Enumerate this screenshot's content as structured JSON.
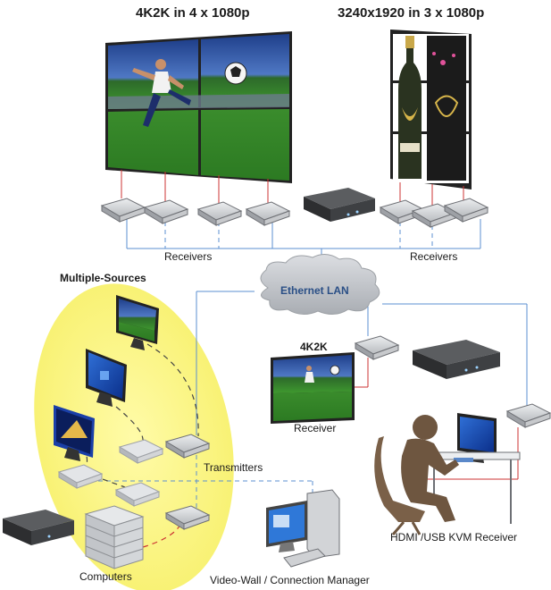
{
  "titles": {
    "left_wall": "4K2K in 4 x 1080p",
    "right_wall": "3240x1920 in 3 x 1080p"
  },
  "labels": {
    "receivers_left": "Receivers",
    "receivers_right": "Receivers",
    "ethernet_lan": "Ethernet LAN",
    "multiple_sources": "Multiple-Sources",
    "display_4k2k": "4K2K",
    "receiver": "Receiver",
    "transmitters": "Transmitters",
    "computers": "Computers",
    "manager": "Video-Wall / Connection Manager",
    "kvm_receiver": "HDMI /USB KVM Receiver"
  },
  "colors": {
    "ethernet_line": "#5b8fd0",
    "hdmi_line": "#cc3333",
    "source_highlight": "#fbf68a",
    "cloud": "#c4c7cc",
    "device": "#d7d9dc",
    "chassis": "#3b3b3b"
  }
}
